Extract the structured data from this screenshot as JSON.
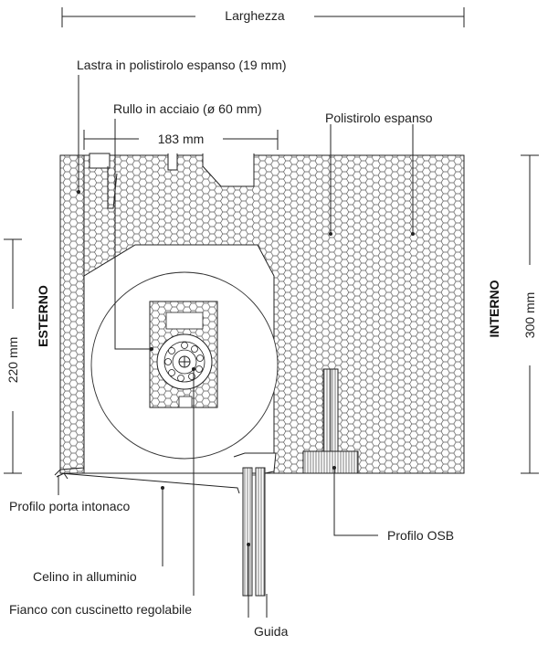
{
  "dimensions": {
    "width_label": "Larghezza",
    "roller_width": "183 mm",
    "left_height": "220 mm",
    "right_height": "300 mm"
  },
  "sides": {
    "outside": "ESTERNO",
    "inside": "INTERNO"
  },
  "callouts": {
    "eps_sheet": "Lastra in polistirolo espanso (19 mm)",
    "steel_roller": "Rullo in acciaio (ø 60 mm)",
    "eps": "Polistirolo espanso",
    "plaster_profile": "Profilo porta intonaco",
    "aluminium_lintel": "Celino in alluminio",
    "side_bearing": "Fianco con cuscinetto regolabile",
    "guide": "Guida",
    "osb_profile": "Profilo OSB"
  }
}
